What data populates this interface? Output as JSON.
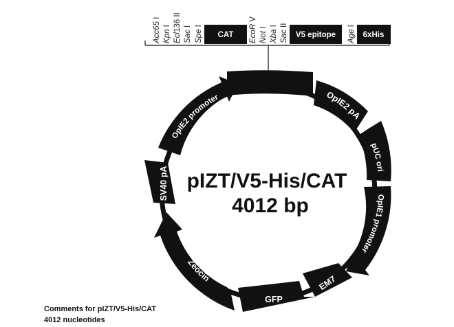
{
  "plasmid": {
    "name": "pIZT/V5-His/CAT",
    "size": "4012 bp"
  },
  "mcs": {
    "group1_sites": [
      {
        "italic": "Acc65",
        "suffix": " I"
      },
      {
        "italic": "Kpn",
        "suffix": " I"
      },
      {
        "italic": "Ecl",
        "suffix": "136 II"
      },
      {
        "italic": "Sac",
        "suffix": " I"
      },
      {
        "italic": "Spe",
        "suffix": " I"
      }
    ],
    "cat_label": "CAT",
    "group2_sites": [
      {
        "italic": "EcoR",
        "suffix": " V"
      },
      {
        "italic": "Not",
        "suffix": " I"
      },
      {
        "italic": "Xba",
        "suffix": " I"
      },
      {
        "italic": "Sac",
        "suffix": " II"
      }
    ],
    "v5_label": "V5 epitope",
    "group3_sites": [
      {
        "italic": "Age",
        "suffix": " I"
      }
    ],
    "his_label": "6xHis"
  },
  "features": {
    "ople2_pa": "OpIE2 pA",
    "puc_ori": "pUC ori",
    "ople1_promoter": "OpIE1 promoter",
    "em7": "EM7",
    "gfp": "GFP",
    "zeocin": "Zeocin",
    "sv40_pa": "SV40 pA",
    "ople2_promoter": "OpIE2 promoter"
  },
  "comments": {
    "line1": "Comments for pIZT/V5-His/CAT",
    "line2": "4012 nucleotides"
  },
  "colors": {
    "ring": "#111111",
    "feature": "#111111",
    "feature_text": "#ffffff"
  }
}
